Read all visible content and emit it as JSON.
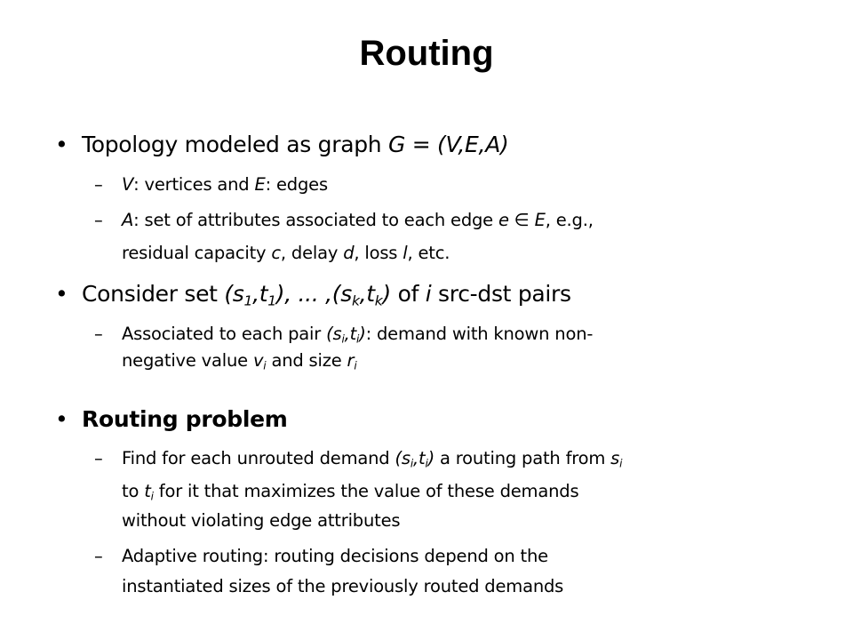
{
  "title": "Routing",
  "bullet_char": "•",
  "dash_char": "–",
  "b1": {
    "t1": "Topology modeled as graph ",
    "t2": "G = (V,E,A)"
  },
  "s11": {
    "t1": "V",
    "t2": ": vertices and ",
    "t3": "E",
    "t4": ": edges"
  },
  "s12": {
    "l1_t1": "A",
    "l1_t2": ": set of attributes associated to each edge ",
    "l1_t3": "e",
    "l1_t4": " ∈ ",
    "l1_t5": "E",
    "l1_t6": ", e.g.,",
    "l2_t1": "residual capacity ",
    "l2_t2": "c",
    "l2_t3": ", delay ",
    "l2_t4": "d",
    "l2_t5": ", loss ",
    "l2_t6": "l",
    "l2_t7": ", etc."
  },
  "b2": {
    "t1": "Consider set ",
    "t2": "(s",
    "sub1": "1",
    "t3": ",t",
    "sub2": "1",
    "t4": "), ... ,(s",
    "sub3": "k",
    "t5": ",t",
    "sub4": "k",
    "t6": ")",
    "t7": " of ",
    "t8": "i",
    "t9": " src-dst pairs"
  },
  "s21": {
    "l1_t1": "Associated to each pair ",
    "l1_t2": "(s",
    "l1_sub1": "i",
    "l1_t3": ",t",
    "l1_sub2": "i",
    "l1_t4": ")",
    "l1_t5": ": demand with known non-",
    "l2_t1": "negative value ",
    "l2_t2": "v",
    "l2_sub1": "i",
    "l2_t3": " and size ",
    "l2_t4": "r",
    "l2_sub2": "i"
  },
  "b3": {
    "t1": "Routing problem"
  },
  "s31": {
    "l1_t1": "Find for each unrouted demand ",
    "l1_t2": "(s",
    "l1_sub1": "i",
    "l1_t3": ",t",
    "l1_sub2": "i",
    "l1_t4": ")",
    "l1_t5": " a routing path from ",
    "l1_t6": "s",
    "l1_sub3": "i",
    "l2_t1": "to ",
    "l2_t2": "t",
    "l2_sub1": "i",
    "l2_t3": " for it that maximizes the value of these demands",
    "l3_t1": "without violating edge attributes"
  },
  "s32": {
    "l1": "Adaptive routing: routing decisions depend on the",
    "l2": "instantiated sizes of the previously routed demands"
  }
}
